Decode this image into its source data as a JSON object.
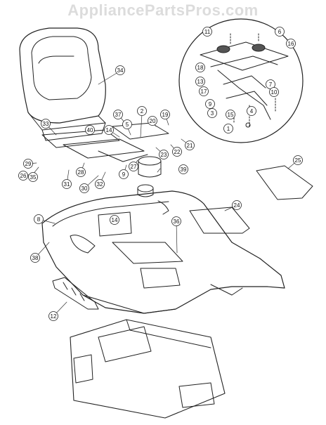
{
  "watermark": "AppliancePartsPros.com",
  "callouts": [
    "1",
    "2",
    "3",
    "4",
    "5",
    "6",
    "7",
    "8",
    "9",
    "10",
    "11",
    "12",
    "13",
    "14",
    "15",
    "16",
    "17",
    "18",
    "19",
    "20",
    "21",
    "22",
    "23",
    "24",
    "25",
    "26",
    "27",
    "28",
    "29",
    "30",
    "31",
    "32",
    "33",
    "34",
    "35",
    "36",
    "37",
    "38",
    "39",
    "40"
  ]
}
